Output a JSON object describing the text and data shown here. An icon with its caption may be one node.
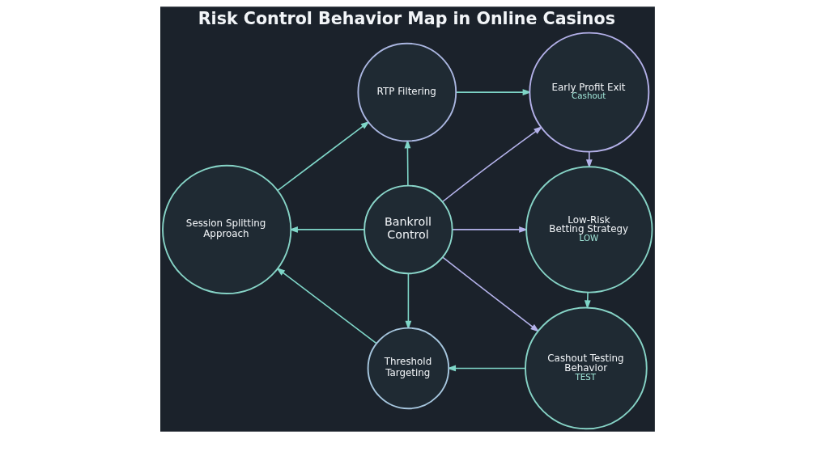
{
  "diagram": {
    "title": "Risk Control Behavior Map in Online Casinos",
    "nodes": [
      {
        "text": [
          "RTP Filtering"
        ]
      },
      {
        "text": [
          "Early Profit Exit",
          "Cashout"
        ]
      },
      {
        "text": [
          "Session Splitting Approach"
        ]
      },
      {
        "text": [
          "Bankroll Control"
        ]
      },
      {
        "text": [
          "Low-Risk Betting Strategy",
          "LOW"
        ]
      },
      {
        "text": [
          "Threshold Targeting"
        ]
      },
      {
        "text": [
          "Cashout Testing Behavior",
          "TEST"
        ]
      }
    ],
    "edges": [
      {
        "from": 3,
        "to": 0,
        "arrow": "to"
      },
      {
        "from": 3,
        "to": 1,
        "arrow": "to",
        "color": "#b4b2ea"
      },
      {
        "from": 3,
        "to": 2,
        "arrow": "to"
      },
      {
        "from": 3,
        "to": 4,
        "arrow": "to",
        "color": "#b4b2ea"
      },
      {
        "from": 3,
        "to": 5,
        "arrow": "to"
      },
      {
        "from": 3,
        "to": 6,
        "arrow": "to",
        "color": "#b4b2ea"
      },
      {
        "from": 0,
        "to": 1,
        "arrow": "to"
      },
      {
        "from": 1,
        "to": 4,
        "arrow": "to",
        "color": "#b4b2ea"
      },
      {
        "from": 4,
        "to": 6,
        "arrow": "to"
      },
      {
        "from": 6,
        "to": 5,
        "arrow": "to"
      },
      {
        "from": 5,
        "to": 2,
        "arrow": "to"
      },
      {
        "from": 2,
        "to": 0,
        "arrow": "to"
      }
    ]
  }
}
